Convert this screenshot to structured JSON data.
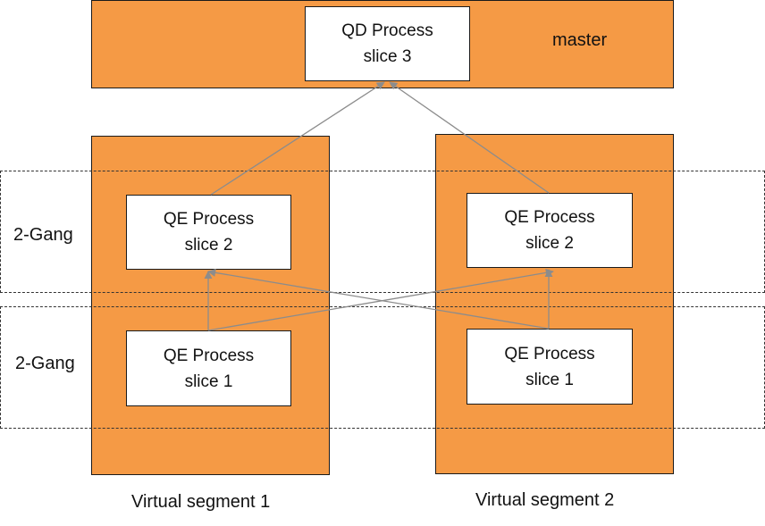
{
  "master": {
    "label": "master",
    "qd_process": {
      "line1": "QD Process",
      "line2": "slice 3"
    }
  },
  "segments": [
    {
      "label": "Virtual segment 1",
      "slice2": {
        "line1": "QE Process",
        "line2": "slice 2"
      },
      "slice1": {
        "line1": "QE Process",
        "line2": "slice 1"
      }
    },
    {
      "label": "Virtual segment 2",
      "slice2": {
        "line1": "QE Process",
        "line2": "slice 2"
      },
      "slice1": {
        "line1": "QE Process",
        "line2": "slice 1"
      }
    }
  ],
  "gangs": [
    {
      "label": "2-Gang"
    },
    {
      "label": "2-Gang"
    }
  ],
  "colors": {
    "segment_fill": "#F59A45",
    "arrow": "#8c8c8c"
  }
}
